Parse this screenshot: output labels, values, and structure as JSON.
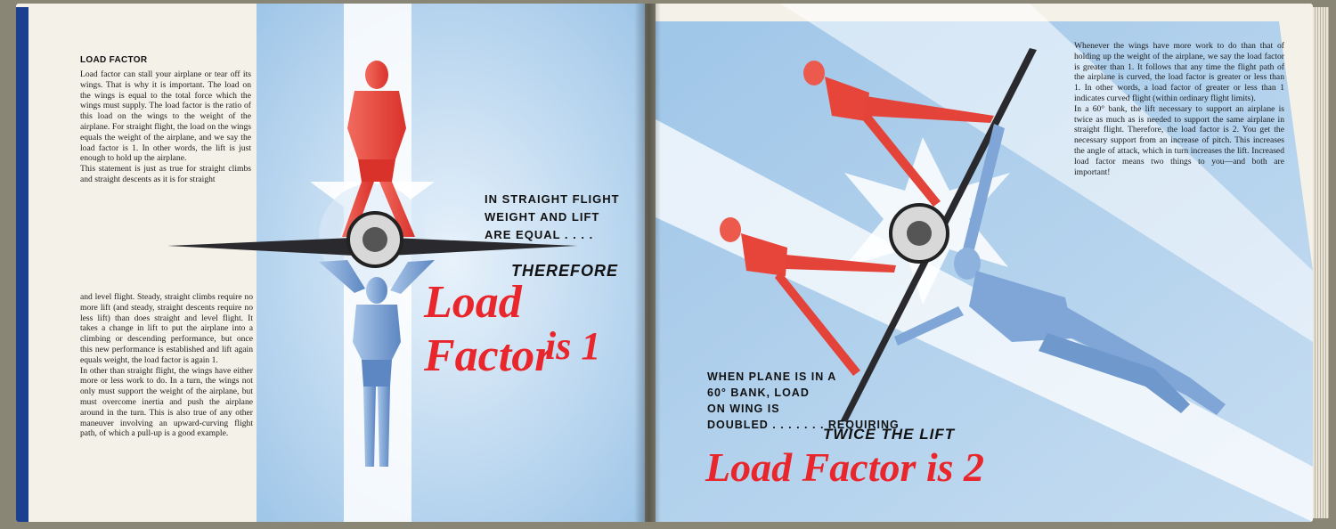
{
  "left_page": {
    "heading": "LOAD FACTOR",
    "para_top_1": "Load factor can stall your airplane or tear off its wings. That is why it is important. The load on the wings is equal to the total force which the wings must supply. The load factor is the ratio of this load on the wings to the weight of the airplane. For straight flight, the load on the wings equals the weight of the airplane, and we say the load factor is 1. In other words, the lift is just enough to hold up the airplane.",
    "para_top_2": "This statement is just as true for straight climbs and straight descents as it is for straight",
    "para_bottom_1": "and level flight. Steady, straight climbs require no more lift (and steady, straight descents require no less lift) than does straight and level flight. It takes a change in lift to put the airplane into a climbing or descending performance, but once this new performance is established and lift again equals weight, the load factor is again 1.",
    "para_bottom_2": "In other than straight flight, the wings have either more or less work to do. In a turn, the wings not only must support the weight of the airplane, but must overcome inertia and push the airplane around in the turn. This is also true of any other maneuver involving an upward-curving flight path, of which a pull-up is a good example.",
    "caption_lines": [
      "IN STRAIGHT FLIGHT",
      "WEIGHT AND LIFT",
      "ARE EQUAL . . . ."
    ],
    "therefore": "THEREFORE",
    "script_line_1": "Load Factor",
    "script_line_2": "is 1"
  },
  "right_page": {
    "para_1": "Whenever the wings have more work to do than that of holding up the weight of the airplane, we say the load factor is greater than 1. It follows that any time the flight path of the airplane is curved, the load factor is greater or less than 1. In other words, a load factor of greater or less than 1 indicates curved flight (within ordinary flight limits).",
    "para_2": "In a 60° bank, the lift necessary to support an airplane is twice as much as is needed to support the same airplane in straight flight. Therefore, the load factor is 2. You get the necessary support from an increase of pitch. This increases the angle of attack, which in turn increases the lift. Increased load factor means two things to you—and both are important!",
    "caption_lines": [
      "WHEN PLANE IS IN A",
      "60° BANK, LOAD",
      "ON WING IS",
      "DOUBLED . . . . . . . REQUIRING"
    ],
    "twice_lift": "TWICE THE LIFT",
    "script_line": "Load Factor is 2"
  },
  "colors": {
    "paper": "#f4f1e8",
    "sky_blue": "#a9cdea",
    "red_figure": "#e8453a",
    "blue_figure": "#7fa6d6",
    "script_red": "#e8262b"
  }
}
